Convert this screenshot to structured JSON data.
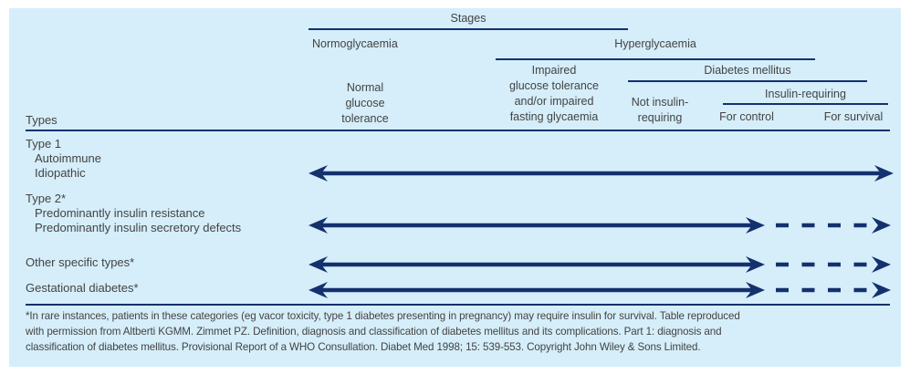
{
  "colors": {
    "panel_bg": "#d5eefa",
    "arrow_navy": "#14316e",
    "text": "#434343"
  },
  "header": {
    "types_label": "Types",
    "stages_label": "Stages",
    "normoglycaemia_label": "Normoglycaemia",
    "hyperglycaemia_label": "Hyperglycaemia",
    "normal_glucose_lines": [
      "Normal",
      "glucose",
      "tolerance"
    ],
    "igt_lines": [
      "Impaired",
      "glucose tolerance",
      "and/or impaired",
      "fasting glycaemia"
    ],
    "diabetes_mellitus_label": "Diabetes mellitus",
    "not_insulin_lines": [
      "Not insulin-",
      "requiring"
    ],
    "insulin_requiring_label": "Insulin-requiring",
    "for_control_label": "For control",
    "for_survival_label": "For survival"
  },
  "rows": [
    {
      "label": "Type 1",
      "subitems": [
        "Autoimmune",
        "Idiopathic"
      ],
      "arrow": "solid"
    },
    {
      "label": "Type 2*",
      "subitems": [
        "Predominantly insulin resistance",
        "Predominantly insulin secretory defects"
      ],
      "arrow": "solid-then-dashed"
    },
    {
      "label": "Other specific types*",
      "subitems": [],
      "arrow": "solid-then-dashed"
    },
    {
      "label": "Gestational diabetes*",
      "subitems": [],
      "arrow": "solid-then-dashed"
    }
  ],
  "footnote_lines": [
    "*In rare instances, patients in these categories (eg vacor toxicity, type 1 diabetes presenting in pregnancy) may require insulin for survival. Table reproduced",
    "with permission from Altberti KGMM. Zimmet PZ. Definition, diagnosis and classification of diabetes mellitus and its complications. Part 1: diagnosis and",
    "classification of diabetes mellitus. Provisional Report of a WHO Consullation. Diabet Med 1998; 15: 539-553. Copyright John Wiley &amp; Sons Limited."
  ]
}
